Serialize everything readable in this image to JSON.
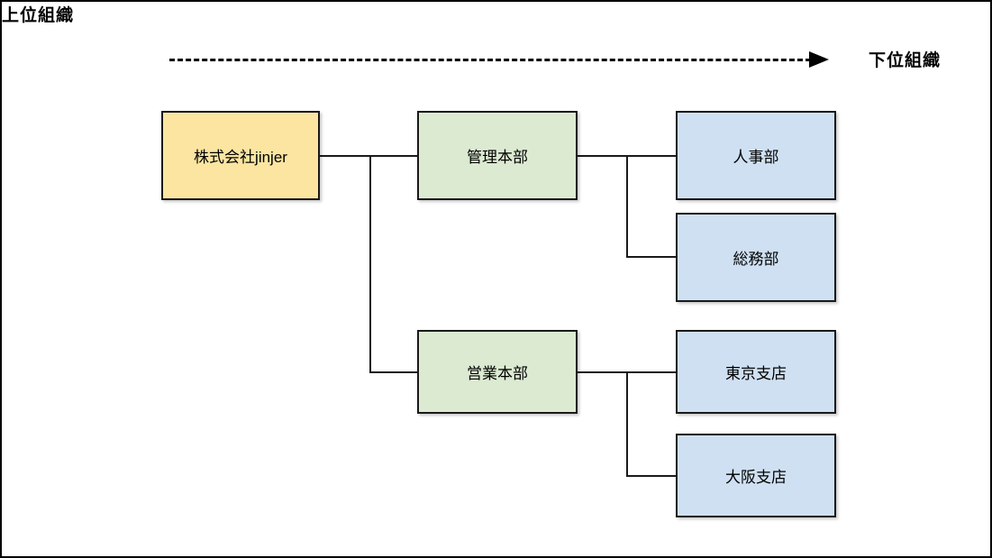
{
  "diagram": {
    "type": "organization-chart",
    "axis": {
      "left_label": "上位組織",
      "right_label": "下位組織",
      "arrow_direction": "right",
      "line_style": "dashed"
    },
    "colors": {
      "root_fill": "#fbe5a1",
      "division_fill": "#dbead1",
      "department_fill": "#cfe0f2",
      "border": "#1a1a1a",
      "background": "#ffffff"
    },
    "nodes": {
      "root": {
        "label": "株式会社jinjer",
        "level": 1
      },
      "divisions": [
        {
          "label": "管理本部",
          "level": 2
        },
        {
          "label": "営業本部",
          "level": 2
        }
      ],
      "departments": [
        {
          "label": "人事部",
          "level": 3,
          "parent": "管理本部"
        },
        {
          "label": "総務部",
          "level": 3,
          "parent": "管理本部"
        },
        {
          "label": "東京支店",
          "level": 3,
          "parent": "営業本部"
        },
        {
          "label": "大阪支店",
          "level": 3,
          "parent": "営業本部"
        }
      ]
    }
  }
}
